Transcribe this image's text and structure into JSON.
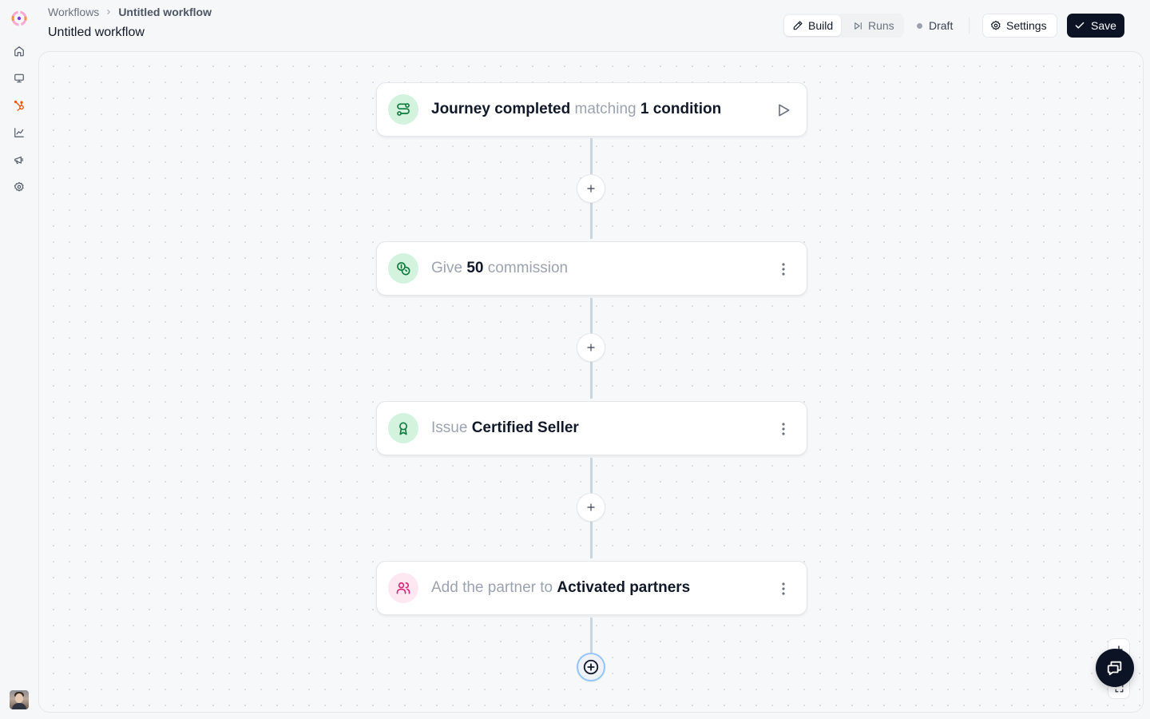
{
  "breadcrumb": {
    "parent": "Workflows",
    "current": "Untitled workflow"
  },
  "page_title": "Untitled workflow",
  "header": {
    "tabs": [
      {
        "label": "Build",
        "icon": "pencil-icon",
        "active": true
      },
      {
        "label": "Runs",
        "icon": "skip-forward-icon",
        "active": false
      }
    ],
    "status": "Draft",
    "settings_label": "Settings",
    "save_label": "Save"
  },
  "sidebar": {
    "items": [
      {
        "icon": "home-icon"
      },
      {
        "icon": "monitor-icon"
      },
      {
        "icon": "hubspot-icon",
        "active": true
      },
      {
        "icon": "chart-icon"
      },
      {
        "icon": "megaphone-icon"
      },
      {
        "icon": "gear-icon"
      }
    ]
  },
  "workflow": {
    "trigger": {
      "icon": "route-icon",
      "strong1": "Journey completed",
      "muted": " matching ",
      "strong2": "1 condition"
    },
    "steps": [
      {
        "icon": "coins-icon",
        "muted1": "Give ",
        "strong": "50",
        "muted2": " commission"
      },
      {
        "icon": "award-icon",
        "muted1": "Issue ",
        "strong": "Certified Seller",
        "muted2": ""
      },
      {
        "icon": "users-icon",
        "muted1": "Add the partner to ",
        "strong": "Activated partners",
        "muted2": ""
      }
    ]
  },
  "colors": {
    "accent": "#0b1324",
    "node_green_bg": "#d3f3df",
    "node_pink_bg": "#fde8f1",
    "active_nav": "#ea580c"
  }
}
